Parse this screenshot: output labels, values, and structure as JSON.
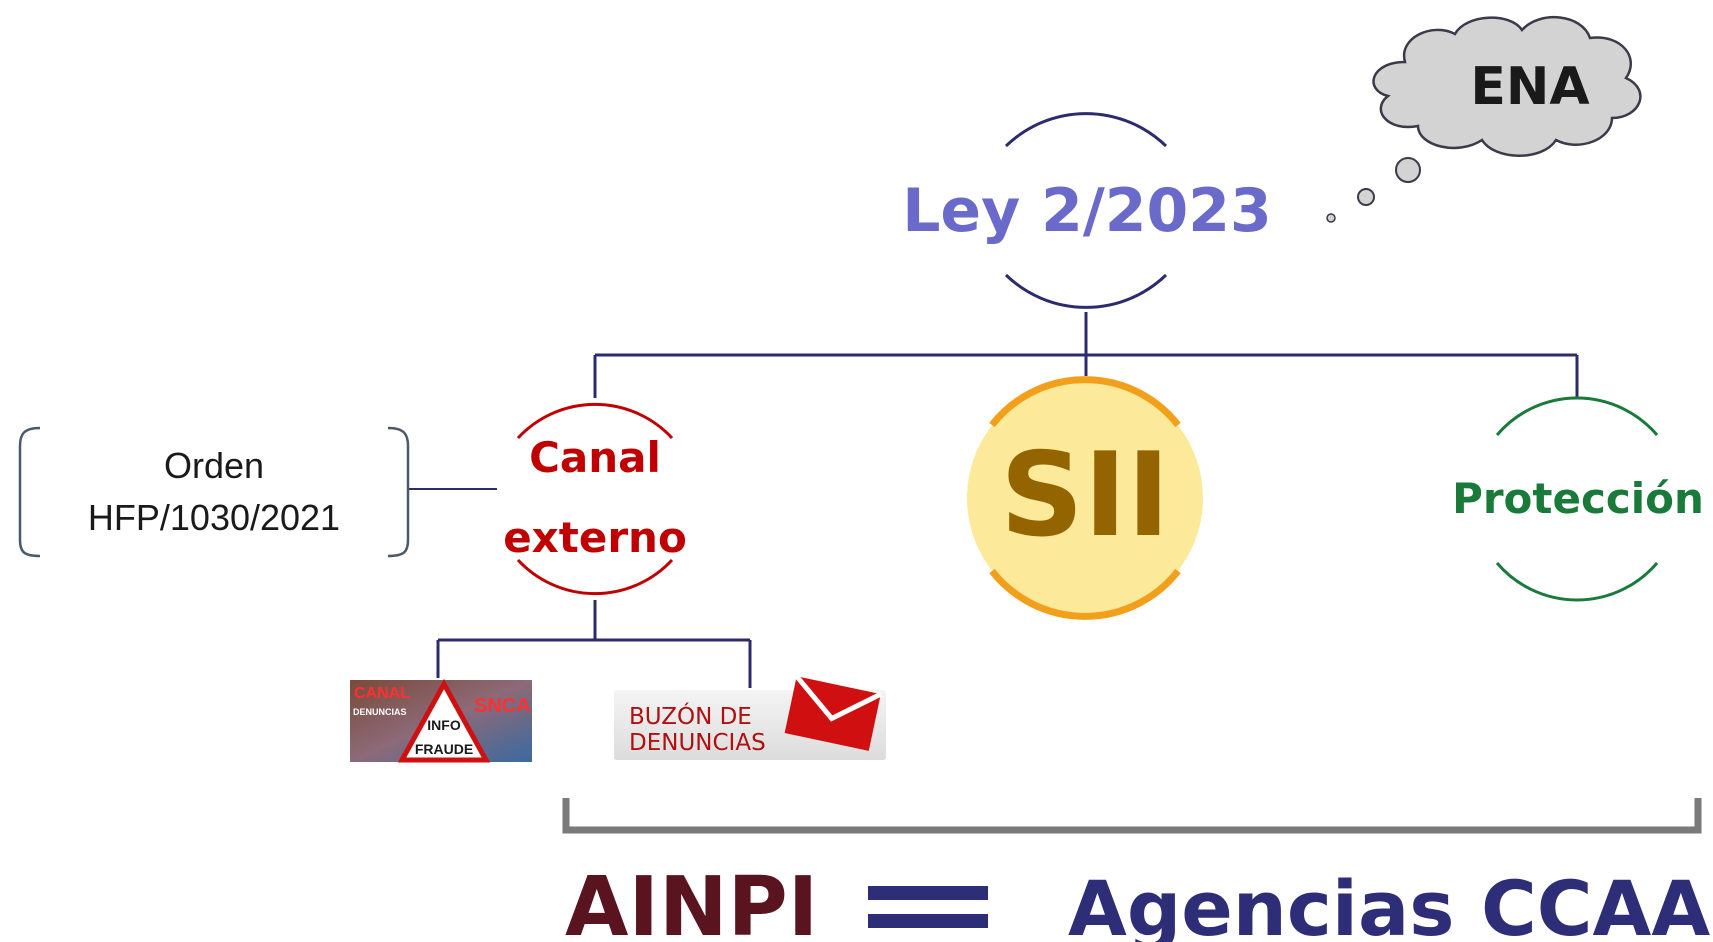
{
  "root": {
    "label": "Ley 2/2023",
    "color": "#6a6acb"
  },
  "thought_bubble": {
    "label": "ENA",
    "fill": "#d3d3d3"
  },
  "branches": {
    "canal_externo": {
      "line1": "Canal",
      "line2": "externo",
      "color": "#c00000"
    },
    "sii": {
      "label": "SII",
      "text_color": "#946400",
      "fill": "#fde99a",
      "ring_color": "#f2a01c"
    },
    "proteccion": {
      "label": "Protección",
      "color": "#1a7a3a"
    }
  },
  "orden": {
    "line1": "Orden",
    "line2": "HFP/1030/2021"
  },
  "logos": {
    "infofraude": {
      "canal": "CANAL",
      "denuncias": "DENUNCIAS",
      "snca": "SNCA",
      "info": "INFO",
      "fraude": "FRAUDE"
    },
    "buzon": {
      "line1": "BUZÓN DE",
      "line2": "DENUNCIAS"
    }
  },
  "bottom": {
    "left": "AINPI",
    "right": "Agencias CCAA",
    "left_color": "#5a1420",
    "right_color": "#2e2e78",
    "equals_color": "#2e2e78"
  },
  "colors": {
    "connector": "#2b2b6e",
    "bracket": "#7a7a7a"
  }
}
